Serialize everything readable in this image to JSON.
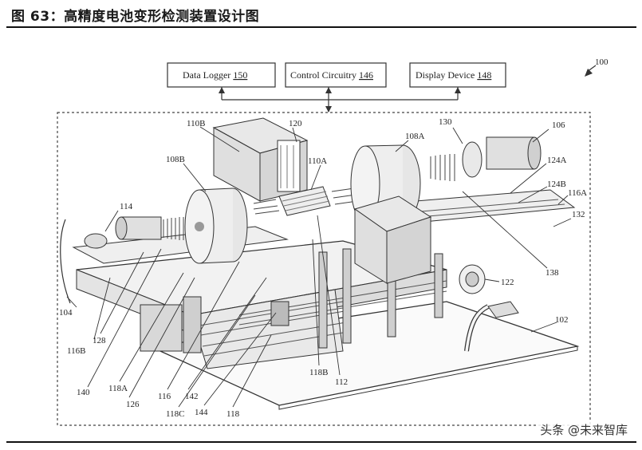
{
  "figure_title": "图 63：高精度电池变形检测装置设计图",
  "boxes": [
    {
      "name": "Data Logger",
      "ref": "150"
    },
    {
      "name": "Control Circuitry",
      "ref": "146"
    },
    {
      "name": "Display Device",
      "ref": "148"
    }
  ],
  "refs": {
    "r100": "100",
    "r106": "106",
    "r130": "130",
    "r120": "120",
    "r110B": "110B",
    "r108A": "108A",
    "r108B": "108B",
    "r110A": "110A",
    "r124A": "124A",
    "r124B": "124B",
    "r116A": "116A",
    "r132": "132",
    "r114": "114",
    "r122": "122",
    "r138": "138",
    "r102": "102",
    "r104": "104",
    "r116B": "116B",
    "r128": "128",
    "r140": "140",
    "r118A": "118A",
    "r126": "126",
    "r116": "116",
    "r142": "142",
    "r118C": "118C",
    "r144": "144",
    "r118": "118",
    "r118B": "118B",
    "r112": "112"
  },
  "watermark": "头条 @未来智库"
}
